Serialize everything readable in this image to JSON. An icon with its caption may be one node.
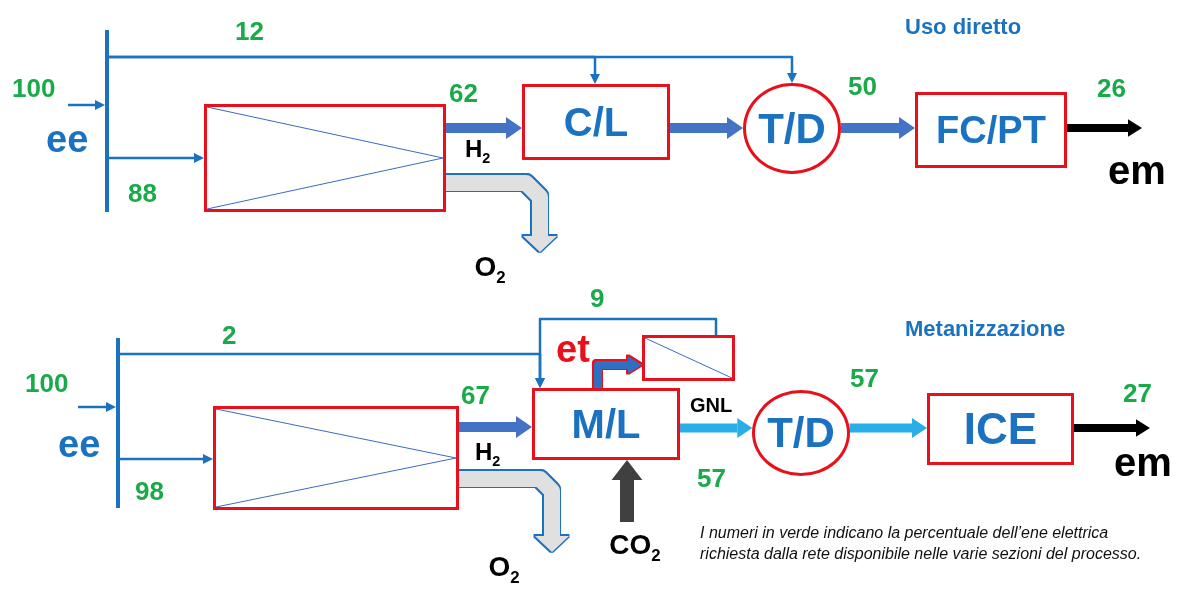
{
  "diagram": {
    "nodes": [
      {
        "text": [],
        "shape": "bar"
      },
      {
        "text": [],
        "shape": "box"
      },
      {
        "text": [
          "C/L"
        ]
      },
      {
        "text": [
          "T/D"
        ]
      },
      {
        "text": [
          "FC/PT"
        ]
      },
      {
        "text": [
          "O$_{2}$"
        ]
      },
      {
        "text": [],
        "shape": "bar"
      },
      {
        "text": [],
        "shape": "box"
      },
      {
        "text": [],
        "shape": "box"
      },
      {
        "text": [
          "M/L"
        ]
      },
      {
        "text": [
          "T/D"
        ]
      },
      {
        "text": [
          "ICE"
        ]
      },
      {
        "text": [
          "O$_{2}$"
        ]
      },
      {
        "text": [
          "CO$_{2}$"
        ]
      }
    ],
    "edges": [
      {
        "from": null,
        "to": 0,
        "arrow": "to",
        "label": "100"
      },
      {
        "from": 0,
        "to": 1,
        "arrow": "to",
        "label": "88"
      },
      {
        "from": 0,
        "to": 2,
        "arrow": "to",
        "label": "12"
      },
      {
        "from": 0,
        "to": 3,
        "arrow": "to"
      },
      {
        "from": 1,
        "to": 2,
        "arrow": "to",
        "label": "62",
        "color": "#4472c4"
      },
      {
        "from": 2,
        "to": 3,
        "arrow": "to",
        "color": "#4472c4"
      },
      {
        "from": 3,
        "to": 4,
        "arrow": "to",
        "label": "50",
        "color": "#4472c4"
      },
      {
        "from": 4,
        "to": null,
        "arrow": "to",
        "label": "26",
        "color": "#000000"
      },
      {
        "from": 1,
        "to": 5,
        "arrow": "to",
        "style": "thick",
        "color": "#e0e0e0"
      },
      {
        "from": null,
        "to": 6,
        "arrow": "to",
        "label": "100"
      },
      {
        "from": 6,
        "to": 7,
        "arrow": "to",
        "label": "98"
      },
      {
        "from": 6,
        "to": 9,
        "arrow": "to",
        "label": "2"
      },
      {
        "from": 8,
        "to": 9,
        "arrow": "to",
        "label": "9"
      },
      {
        "from": 9,
        "to": 8,
        "arrow": "to",
        "color": "#2e6fc0"
      },
      {
        "from": 7,
        "to": 9,
        "arrow": "to",
        "label": "67",
        "color": "#4472c4"
      },
      {
        "from": 9,
        "to": 10,
        "arrow": "to",
        "label": "GNL",
        "color": "#29aee8"
      },
      {
        "from": 10,
        "to": 11,
        "arrow": "to",
        "label": "57",
        "color": "#29aee8"
      },
      {
        "from": 11,
        "to": null,
        "arrow": "to",
        "label": "27",
        "color": "#000000"
      },
      {
        "from": 7,
        "to": 12,
        "arrow": "to",
        "style": "thick",
        "color": "#e0e0e0"
      },
      {
        "from": 13,
        "to": 9,
        "arrow": "to",
        "color": "#404040"
      }
    ],
    "labels": [
      "Uso diretto",
      "ee",
      "H$_{2}$",
      "em",
      "Metanizzazione",
      "et",
      "ee",
      "H$_{2}$",
      "57",
      "em",
      "I numeri in verde indicano la percentuale dell’ene elettrica richiesta dalla rete disponibile nelle varie sezioni del processo."
    ]
  }
}
